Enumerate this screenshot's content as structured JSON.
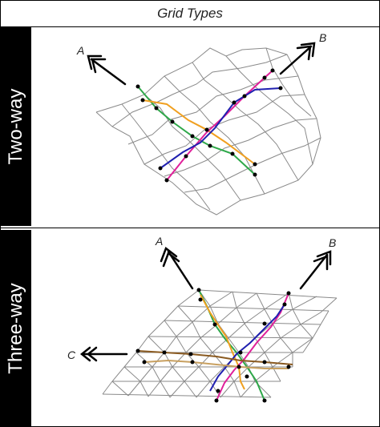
{
  "title": "Grid Types",
  "rows": [
    {
      "label": "Two-way",
      "axes": [
        "A",
        "B"
      ]
    },
    {
      "label": "Three-way",
      "axes": [
        "A",
        "B",
        "C"
      ]
    }
  ],
  "colors": {
    "mesh": "#8a8a8a",
    "green": "#2fa84a",
    "orange": "#f0a020",
    "magenta": "#e0209a",
    "blue": "#2020b0",
    "brown": "#8a5a20",
    "tan": "#c8a060"
  }
}
